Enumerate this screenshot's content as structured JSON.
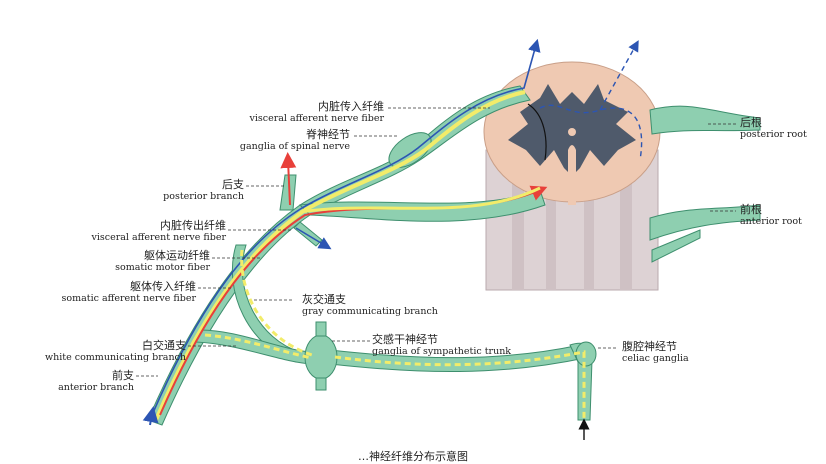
{
  "labels": {
    "visceral_afferent_top": {
      "zh": "内脏传入纤维",
      "en": "visceral afferent nerve fiber"
    },
    "spinal_ganglion": {
      "zh": "脊神经节",
      "en": "ganglia of spinal nerve"
    },
    "posterior_branch": {
      "zh": "后支",
      "en": "posterior branch"
    },
    "visceral_efferent": {
      "zh": "内脏传出纤维",
      "en": "visceral afferent nerve fiber"
    },
    "somatic_motor": {
      "zh": "躯体运动纤维",
      "en": "somatic motor fiber"
    },
    "somatic_afferent": {
      "zh": "躯体传入纤维",
      "en": "somatic afferent nerve fiber"
    },
    "gray_communicating": {
      "zh": "灰交通支",
      "en": "gray communicating branch"
    },
    "white_communicating": {
      "zh": "白交通支",
      "en": "white communicating branch"
    },
    "sympathetic_ganglion": {
      "zh": "交感干神经节",
      "en": "ganglia of sympathetic trunk"
    },
    "anterior_branch": {
      "zh": "前支",
      "en": "anterior branch"
    },
    "celiac_ganglion": {
      "zh": "腹腔神经节",
      "en": "celiac ganglia"
    },
    "posterior_root": {
      "zh": "后根",
      "en": "posterior root"
    },
    "anterior_root": {
      "zh": "前根",
      "en": "anterior root"
    }
  },
  "caption": "…神经纤维分布示意图",
  "colors": {
    "nerve": "#8ecfb0",
    "nerve_dark": "#3e8f6e",
    "cord_gray": "#4f5a6b",
    "cord_white": "#efc9b2",
    "cord_cut": "#ddd2d4",
    "efferent": "#e8403a",
    "afferent": "#2c55b3",
    "fiber_yellow": "#f2ec6a",
    "leader": "#333333"
  }
}
